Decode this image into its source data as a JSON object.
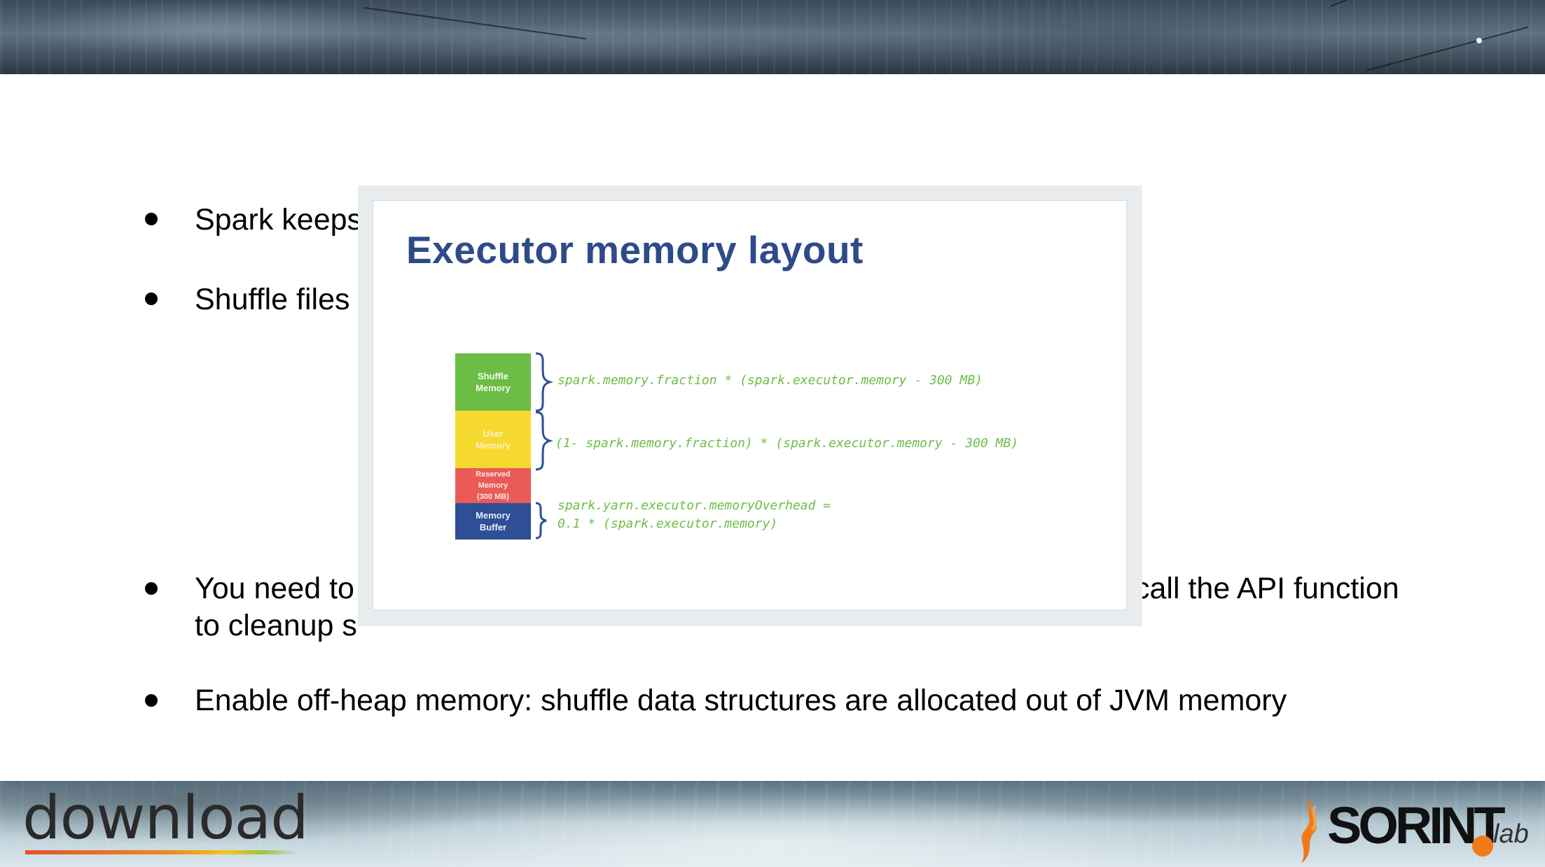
{
  "bullets": [
    {
      "text": "Spark keeps"
    },
    {
      "text": "Shuffle files"
    },
    {
      "line1": "You need to",
      "line1_right": "call the API function",
      "line2": "to cleanup s"
    },
    {
      "text": "Enable off-heap memory: shuffle data structures are allocated out of JVM memory"
    }
  ],
  "diagram": {
    "title": "Executor memory layout",
    "segments": [
      {
        "line1": "Shuffle",
        "line2": "Memory",
        "color": "#6cbd45"
      },
      {
        "line1": "User",
        "line2": "Memory",
        "color": "#f6d92e"
      },
      {
        "line1": "Reserved",
        "line2": "Memory",
        "line3": "(300 MB)",
        "color": "#ea5b57"
      },
      {
        "line1": "Memory",
        "line2": "Buffer",
        "color": "#2e4e96"
      }
    ],
    "formulas": {
      "shuffle": "spark.memory.fraction * (spark.executor.memory - 300 MB)",
      "user": "(1- spark.memory.fraction) * (spark.executor.memory - 300 MB)",
      "buffer_line1": "spark.yarn.executor.memoryOverhead =",
      "buffer_line2": "0.1 * (spark.executor.memory)"
    }
  },
  "footer": {
    "logo_left": "download",
    "logo_right": "SORINT",
    "logo_right_suffix": "lab"
  },
  "colors": {
    "title": "#2e4a8a",
    "formula": "#6cbd45",
    "brace": "#2e4e96",
    "accent_orange": "#f07a1a"
  }
}
